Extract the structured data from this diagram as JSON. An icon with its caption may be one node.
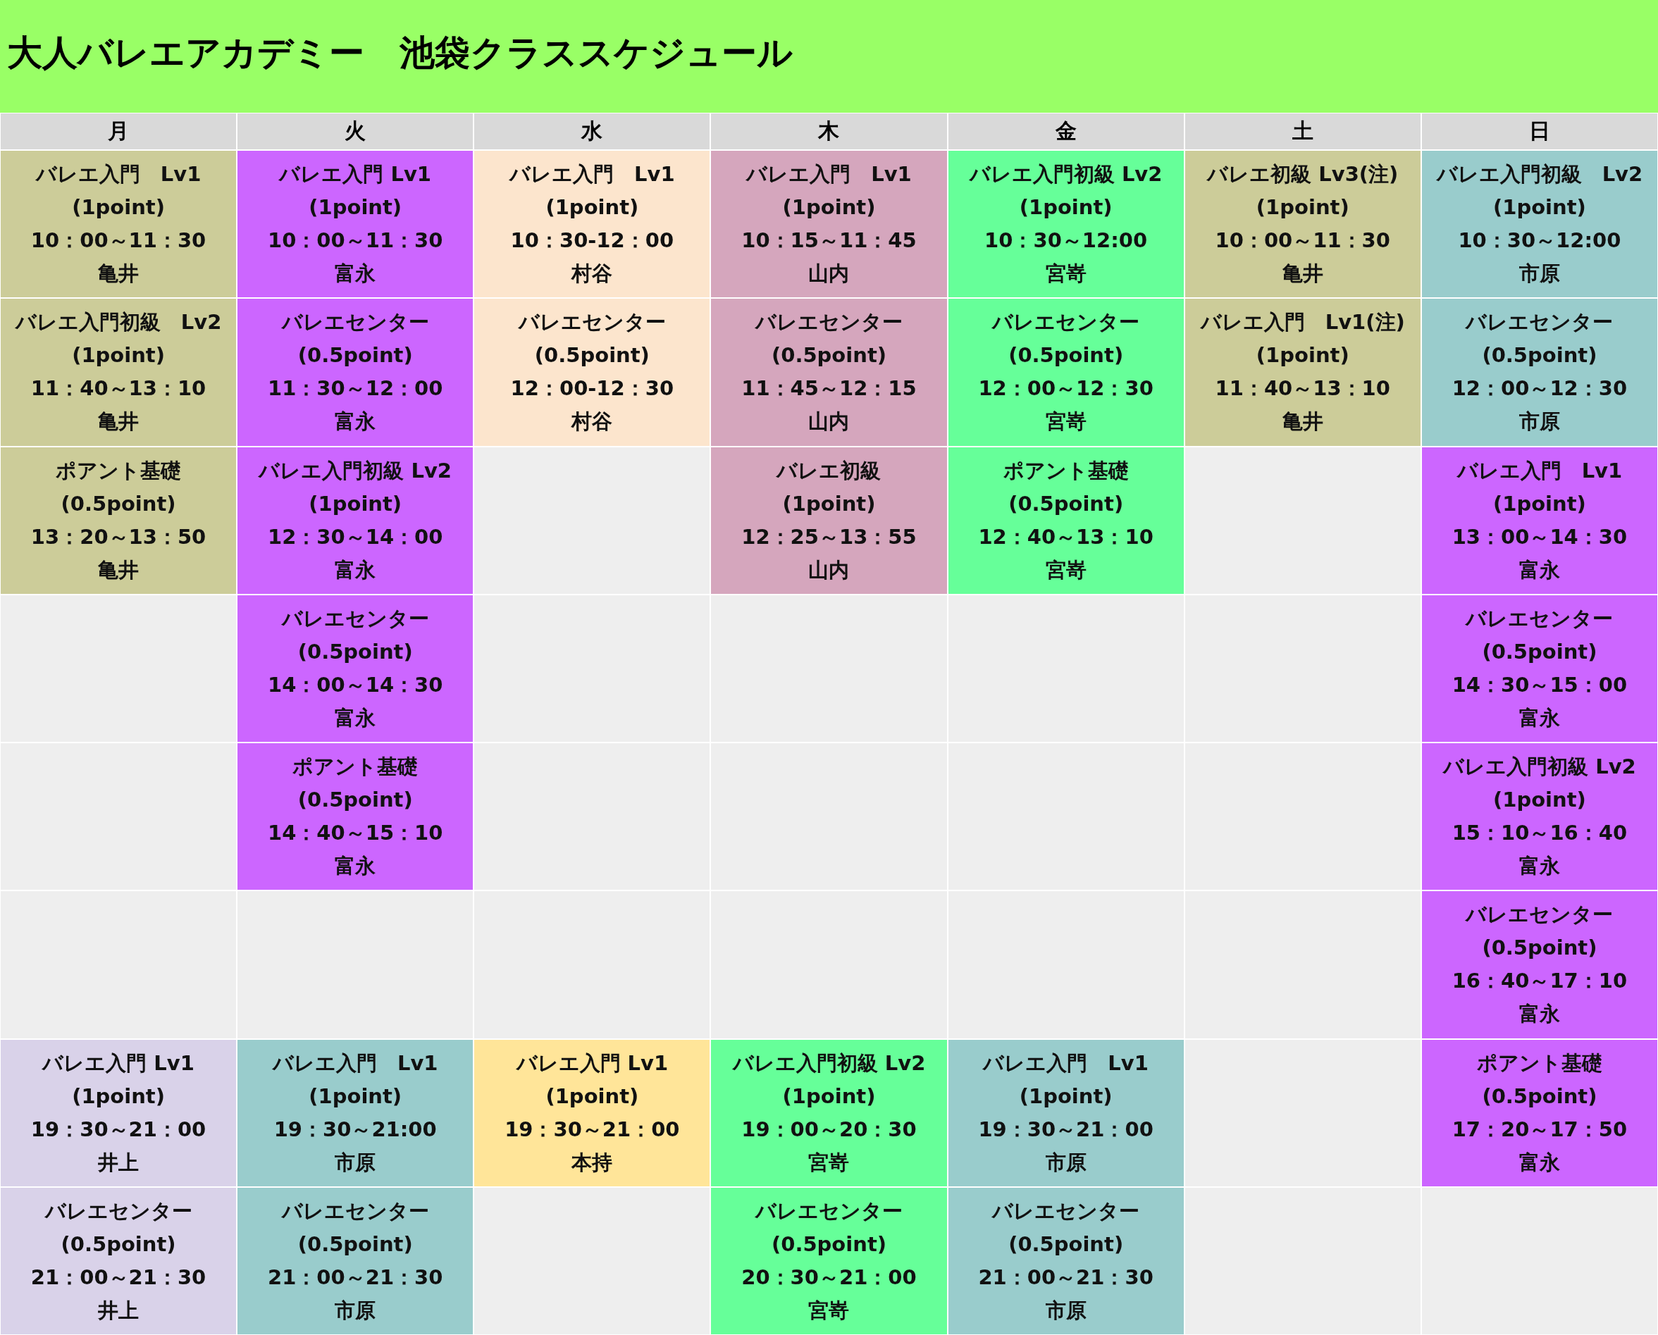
{
  "diagram": {
    "title": "大人バレエアカデミー　池袋クラススケジュール",
    "labels": [
      "月",
      "火",
      "水",
      "木",
      "金",
      "土",
      "日"
    ],
    "nodes": [
      {
        "text": [
          "バレエ入門　Lv1",
          "(1point)",
          "10：00～11：30",
          "亀井"
        ]
      },
      {
        "text": [
          "バレエ入門 Lv1",
          "(1point)",
          "10：00～11：30",
          "富永"
        ]
      },
      {
        "text": [
          "バレエ入門　Lv1",
          "(1point)",
          "10：30-12：00",
          "村谷"
        ]
      },
      {
        "text": [
          "バレエ入門　Lv1",
          "(1point)",
          "10：15～11：45",
          "山内"
        ]
      },
      {
        "text": [
          "バレエ入門初級 Lv2",
          "(1point)",
          "10：30～12:00",
          "宮嵜"
        ]
      },
      {
        "text": [
          "バレエ初級 Lv3(注)",
          "(1point)",
          "10：00～11：30",
          "亀井"
        ]
      },
      {
        "text": [
          "バレエ入門初級　Lv2",
          "(1point)",
          "10：30～12:00",
          "市原"
        ]
      },
      {
        "text": [
          "バレエ入門初級　Lv2",
          "(1point)",
          "11：40～13：10",
          "亀井"
        ]
      },
      {
        "text": [
          "バレエセンター",
          "(0.5point)",
          "11：30～12：00",
          "富永"
        ]
      },
      {
        "text": [
          "バレエセンター",
          "(0.5point)",
          "12：00-12：30",
          "村谷"
        ]
      },
      {
        "text": [
          "バレエセンター",
          "(0.5point)",
          "11：45～12：15",
          "山内"
        ]
      },
      {
        "text": [
          "バレエセンター",
          "(0.5point)",
          "12：00～12：30",
          "宮嵜"
        ]
      },
      {
        "text": [
          "バレエ入門　Lv1(注)",
          "(1point)",
          "11：40～13：10",
          "亀井"
        ]
      },
      {
        "text": [
          "バレエセンター",
          "(0.5point)",
          "12：00～12：30",
          "市原"
        ]
      },
      {
        "text": [
          "ポアント基礎",
          "(0.5point)",
          "13：20～13：50",
          "亀井"
        ]
      },
      {
        "text": [
          "バレエ入門初級 Lv2",
          "(1point)",
          "12：30～14：00",
          "富永"
        ]
      },
      {
        "text": [
          "バレエ初級",
          "(1point)",
          "12：25～13：55",
          "山内"
        ]
      },
      {
        "text": [
          "ポアント基礎",
          "(0.5point)",
          "12：40～13：10",
          "宮嵜"
        ]
      },
      {
        "text": [
          "バレエ入門　Lv1",
          "(1point)",
          "13：00～14：30",
          "富永"
        ]
      },
      {
        "text": [
          "バレエセンター",
          "(0.5point)",
          "14：00～14：30",
          "富永"
        ]
      },
      {
        "text": [
          "バレエセンター",
          "(0.5point)",
          "14：30～15：00",
          "富永"
        ]
      },
      {
        "text": [
          "ポアント基礎",
          "(0.5point)",
          "14：40～15：10",
          "富永"
        ]
      },
      {
        "text": [
          "バレエ入門初級 Lv2",
          "(1point)",
          "15：10～16：40",
          "富永"
        ]
      },
      {
        "text": [
          "バレエセンター",
          "(0.5point)",
          "16：40～17：10",
          "富永"
        ]
      },
      {
        "text": [
          "バレエ入門 Lv1",
          "(1point)",
          "19：30～21：00",
          "井上"
        ]
      },
      {
        "text": [
          "バレエ入門　Lv1",
          "(1point)",
          "19：30～21:00",
          "市原"
        ]
      },
      {
        "text": [
          "バレエ入門 Lv1",
          "(1point)",
          "19：30～21：00",
          "本持"
        ]
      },
      {
        "text": [
          "バレエ入門初級 Lv2",
          "(1point)",
          "19：00～20：30",
          "宮嵜"
        ]
      },
      {
        "text": [
          "バレエ入門　Lv1",
          "(1point)",
          "19：30～21：00",
          "市原"
        ]
      },
      {
        "text": [
          "ポアント基礎",
          "(0.5point)",
          "17：20～17：50",
          "富永"
        ]
      },
      {
        "text": [
          "バレエセンター",
          "(0.5point)",
          "21：00～21：30",
          "井上"
        ]
      },
      {
        "text": [
          "バレエセンター",
          "(0.5point)",
          "21：00～21：30",
          "市原"
        ]
      },
      {
        "text": [
          "バレエセンター",
          "(0.5point)",
          "20：30～21：00",
          "宮嵜"
        ]
      },
      {
        "text": [
          "バレエセンター",
          "(0.5point)",
          "21：00～21：30",
          "市原"
        ]
      }
    ]
  }
}
